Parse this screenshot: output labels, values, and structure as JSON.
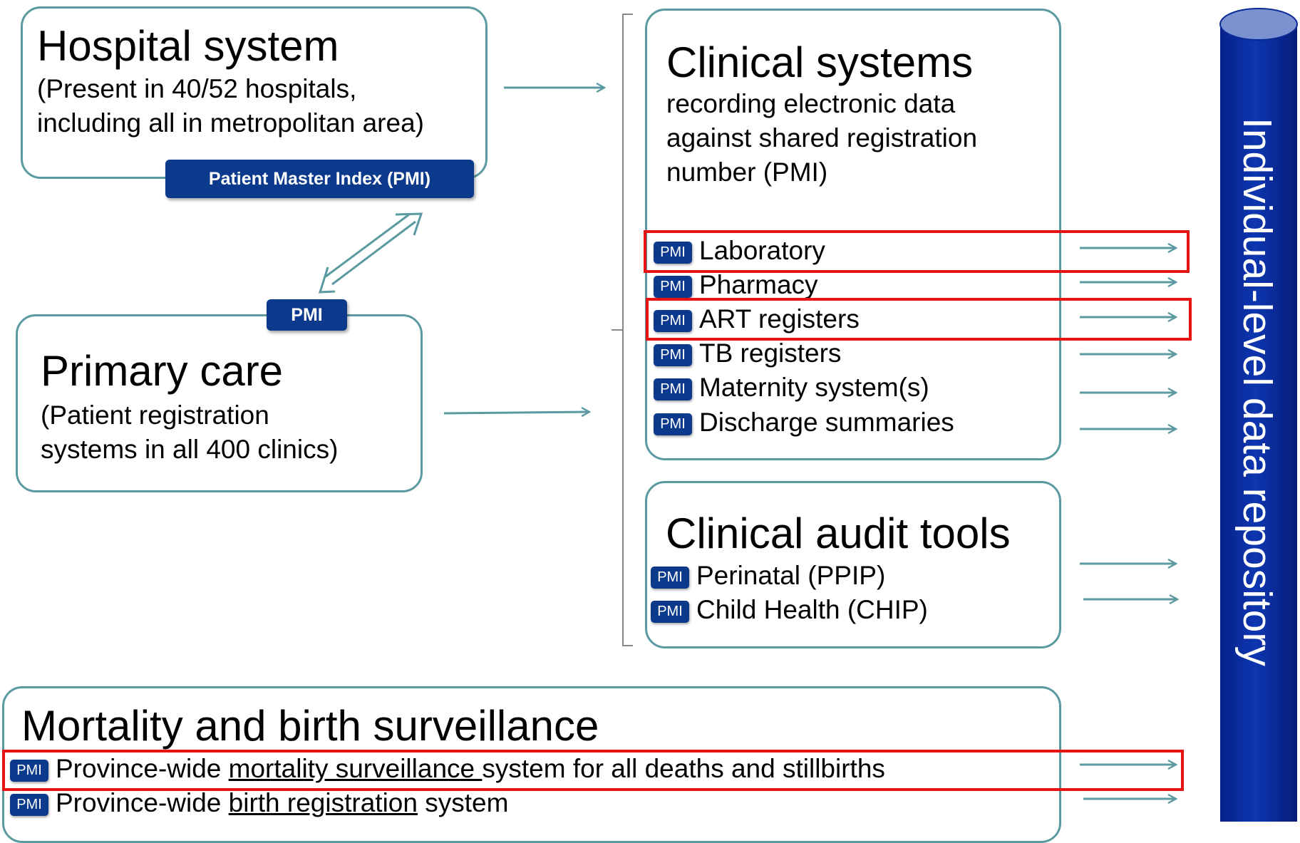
{
  "hospital": {
    "title": "Hospital system",
    "line1": "(Present in 40/52 hospitals,",
    "line2": "including all in metropolitan area)",
    "tag": "Patient Master Index (PMI)"
  },
  "primary": {
    "tag": "PMI",
    "title": "Primary care",
    "line1": "(Patient registration",
    "line2": "systems in all 400 clinics)"
  },
  "clinical": {
    "title": "Clinical systems",
    "desc1": "recording electronic data",
    "desc2": "against shared registration",
    "desc3": "number (PMI)",
    "items": [
      "Laboratory",
      "Pharmacy",
      "ART registers",
      "TB registers",
      "Maternity system(s)",
      "Discharge summaries"
    ]
  },
  "audit": {
    "title": "Clinical audit tools",
    "items": [
      "Perinatal (PPIP)",
      "Child Health (CHIP)"
    ]
  },
  "mortality": {
    "title": "Mortality and birth surveillance",
    "row1_pre": "Province-wide ",
    "row1_u": "mortality surveillance ",
    "row1_post": "system for all deaths and stillbirths",
    "row2_pre": "Province-wide ",
    "row2_u": "birth registration",
    "row2_post": " system"
  },
  "pmi_badge": "PMI",
  "repository": {
    "label": "Individual-level data repository"
  },
  "colors": {
    "border": "#5b9aa0",
    "tag": "#0b3a8c",
    "highlight": "#e81313",
    "cylinder": "#0a2fa0"
  }
}
